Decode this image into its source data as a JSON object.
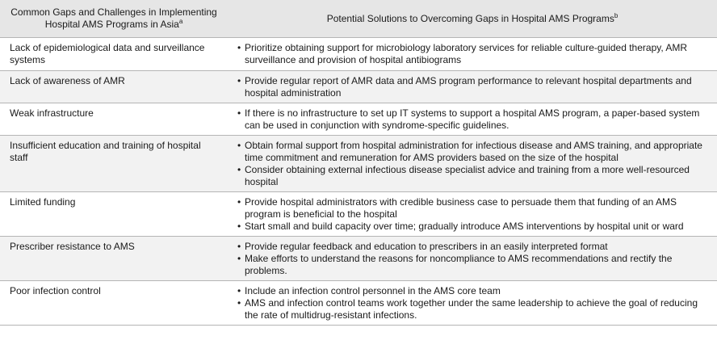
{
  "header": {
    "col1": "Common Gaps and Challenges in Implementing Hospital AMS Programs in Asia",
    "col1_sup": "a",
    "col2": "Potential Solutions to Overcoming Gaps in Hospital AMS Programs",
    "col2_sup": "b"
  },
  "rows": [
    {
      "gap": "Lack of epidemiological data and surveillance systems",
      "solutions": [
        "Prioritize obtaining support for microbiology laboratory services for reliable culture-guided therapy, AMR surveillance and provision of hospital antibiograms"
      ]
    },
    {
      "gap": "Lack of awareness of AMR",
      "solutions": [
        "Provide regular report of AMR data and AMS program performance to relevant hospital departments and hospital administration"
      ]
    },
    {
      "gap": "Weak infrastructure",
      "solutions": [
        "If there is no infrastructure to set up IT systems to support a hospital AMS program, a paper-based system can be used in conjunction with syndrome-specific guidelines."
      ]
    },
    {
      "gap": "Insufficient education and training of hospital staff",
      "solutions": [
        "Obtain formal support from hospital administration for infectious disease and AMS training, and appropriate time commitment and remuneration for AMS providers based on the size of the hospital",
        "Consider obtaining external infectious disease specialist advice and training from a more well-resourced hospital"
      ]
    },
    {
      "gap": "Limited funding",
      "solutions": [
        "Provide hospital administrators with credible business case to persuade them that funding of an AMS program is beneficial to the hospital",
        "Start small and build capacity over time; gradually introduce AMS interventions by hospital unit or ward"
      ]
    },
    {
      "gap": "Prescriber resistance to AMS",
      "solutions": [
        "Provide regular feedback and education to prescribers in an easily interpreted format",
        "Make efforts to understand the reasons for noncompliance to AMS recommendations and rectify the problems."
      ]
    },
    {
      "gap": "Poor infection control",
      "solutions": [
        "Include an infection control personnel in the AMS core team",
        "AMS and infection control teams work together under the same leadership to achieve the goal of reducing the rate of multidrug-resistant infections."
      ]
    }
  ]
}
